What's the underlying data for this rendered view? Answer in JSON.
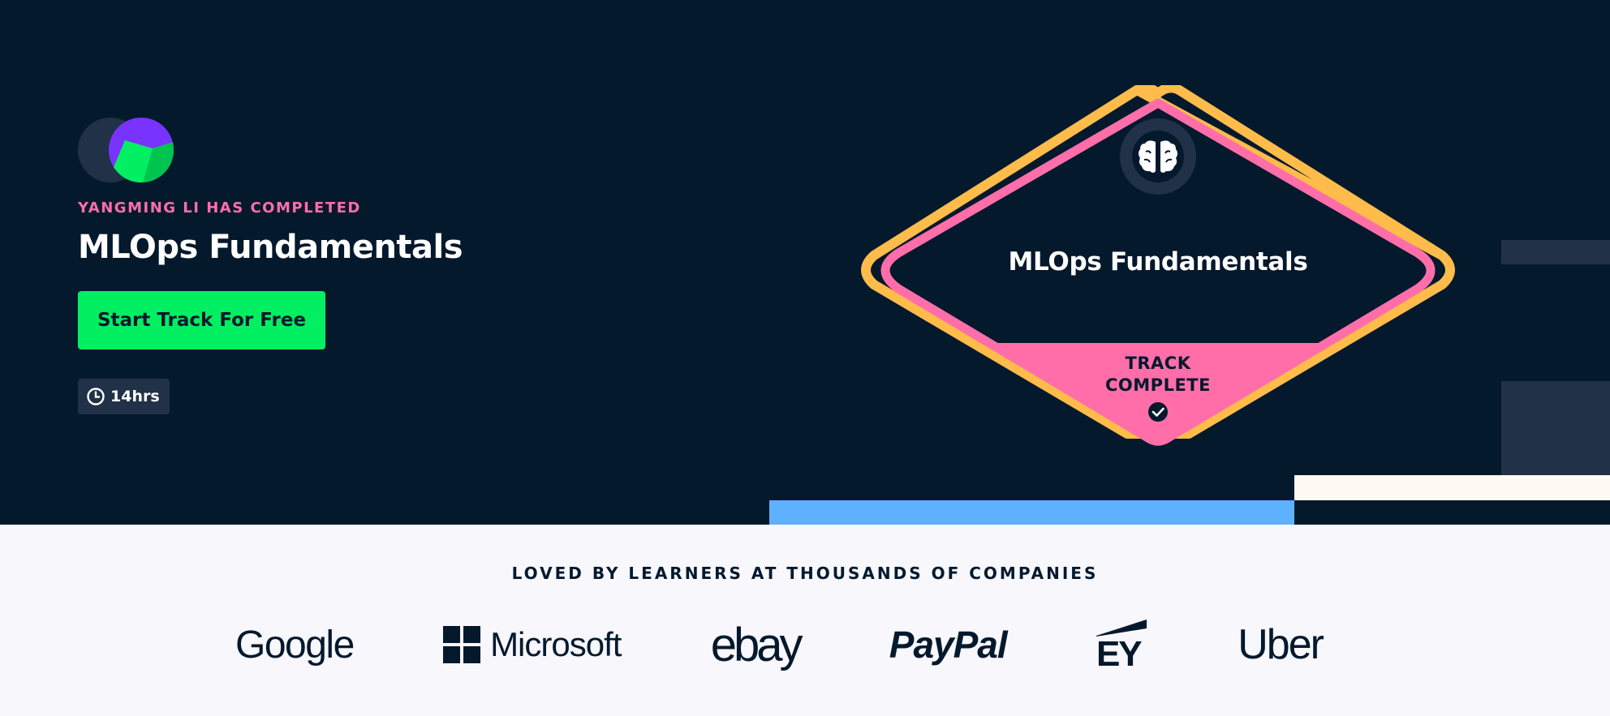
{
  "hero": {
    "completed_label": "Yangming Li has completed",
    "track_title": "MLOps Fundamentals",
    "cta_label": "Start Track For Free",
    "duration": "14hrs"
  },
  "badge": {
    "title": "MLOps Fundamentals",
    "status_line1": "TRACK",
    "status_line2": "COMPLETE",
    "icon": "brain-icon"
  },
  "companies": {
    "title": "LOVED BY LEARNERS AT THOUSANDS OF COMPANIES",
    "logos": {
      "google": "Google",
      "microsoft": "Microsoft",
      "ebay": "ebay",
      "paypal": "PayPal",
      "ey": "EY",
      "uber": "Uber"
    }
  },
  "colors": {
    "navy": "#05192d",
    "green": "#03ef62",
    "pink": "#ff6ea9",
    "yellow": "#fcce0d",
    "orange_yellow": "#ffbc4a",
    "blue": "#5eb1ff",
    "purple": "#7933ff",
    "slate": "#213147"
  }
}
